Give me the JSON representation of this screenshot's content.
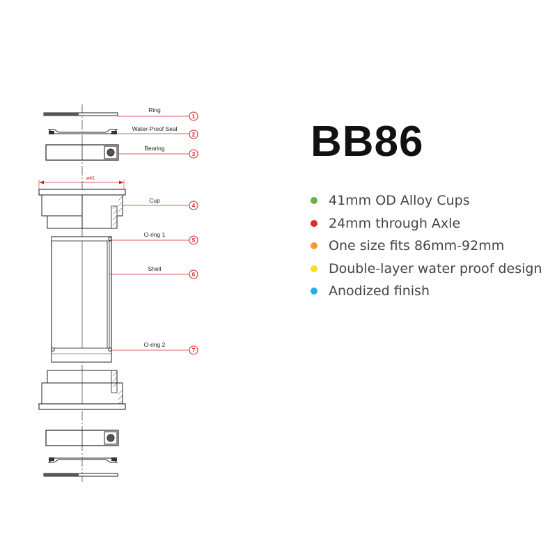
{
  "product": {
    "title": "BB86"
  },
  "features": [
    {
      "text": "41mm OD Alloy Cups",
      "color": "#6ab04c"
    },
    {
      "text": "24mm through Axle",
      "color": "#e02a2a"
    },
    {
      "text": "One size fits 86mm-92mm",
      "color": "#f39a2b"
    },
    {
      "text": "Double-layer water proof design",
      "color": "#f7e01a"
    },
    {
      "text": "Anodized finish",
      "color": "#27aee3"
    }
  ],
  "diagram": {
    "dimension_label": "ø41",
    "accent_color": "#d4252b",
    "callouts": [
      {
        "label": "Ring",
        "number": "1"
      },
      {
        "label": "Water-Proof Seal",
        "number": "2"
      },
      {
        "label": "Bearing",
        "number": "3"
      },
      {
        "label": "Cup",
        "number": "4"
      },
      {
        "label": "O-ring 1",
        "number": "5"
      },
      {
        "label": "Shell",
        "number": "6"
      },
      {
        "label": "O-ring 2",
        "number": "7"
      }
    ]
  }
}
